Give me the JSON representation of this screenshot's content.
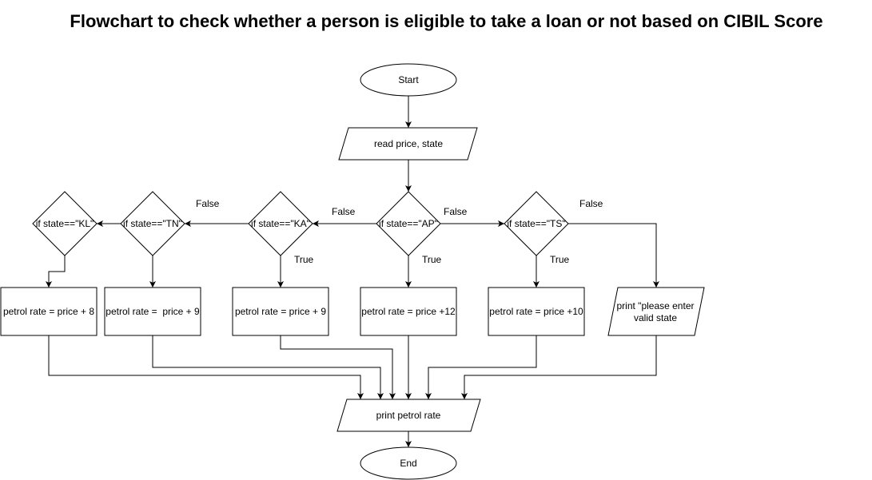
{
  "title": "Flowchart to check whether a person is eligible to take a loan or not based on CIBIL Score",
  "nodes": {
    "start": "Start",
    "read": "read price, state",
    "cond_ap": "if state==\"AP\"",
    "cond_ka": "if state==\"KA\"",
    "cond_tn": "if state==\"TN\"",
    "cond_kl": "if state==\"KL\"",
    "cond_ts": "if state==\"TS\"",
    "rate_kl": "petrol rate = price + 8",
    "rate_tn": "petrol rate =  price + 9",
    "rate_ka": "petrol rate = price + 9",
    "rate_ap": "petrol rate = price +12",
    "rate_ts": "petrol rate = price +10",
    "invalid_line1": "print \"please enter",
    "invalid_line2": "valid state",
    "print": "print petrol rate",
    "end": "End"
  },
  "edge_labels": {
    "ap_false": "False",
    "ka_false": "False",
    "tn_false": "False",
    "ts_false": "False",
    "ap_true": "True",
    "ka_true": "True",
    "ts_true": "True"
  }
}
